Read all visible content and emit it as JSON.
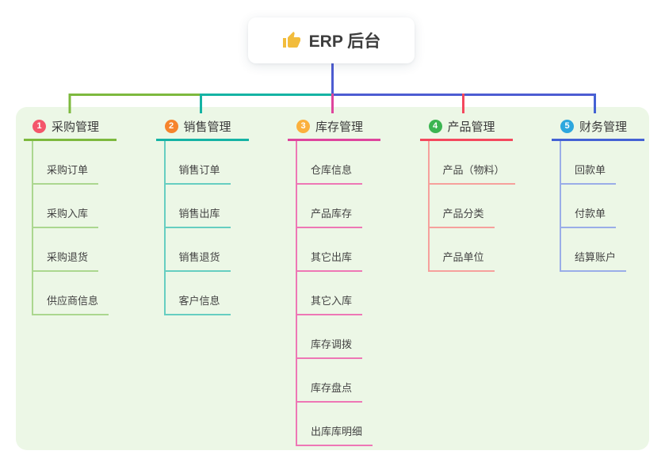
{
  "root": {
    "label": "ERP 后台",
    "icon": "thumbs-up"
  },
  "colors": {
    "panel_bg": "#ecf7e6",
    "root_connector": "#4d5cd2",
    "thumb_icon": "#f2bc3c"
  },
  "connector": {
    "segment_colors": [
      "#7db93e",
      "#15b3a4",
      "#4d5cd2"
    ]
  },
  "branches": [
    {
      "num": "1",
      "title": "采购管理",
      "badge_color": "#f4566b",
      "branch_color": "#7db93e",
      "child_color": "#abd78f",
      "children": [
        "采购订单",
        "采购入库",
        "采购退货",
        "供应商信息"
      ]
    },
    {
      "num": "2",
      "title": "销售管理",
      "badge_color": "#f6842c",
      "branch_color": "#15b3a4",
      "child_color": "#66cec1",
      "children": [
        "销售订单",
        "销售出库",
        "销售退货",
        "客户信息"
      ]
    },
    {
      "num": "3",
      "title": "库存管理",
      "badge_color": "#fbb03d",
      "branch_color": "#de459d",
      "child_color": "#ee77b5",
      "children": [
        "仓库信息",
        "产品库存",
        "其它出库",
        "其它入库",
        "库存调拨",
        "库存盘点",
        "出库库明细"
      ]
    },
    {
      "num": "4",
      "title": "产品管理",
      "badge_color": "#3bb551",
      "branch_color": "#f4485d",
      "child_color": "#f6a09c",
      "children": [
        "产品（物料）",
        "产品分类",
        "产品单位"
      ]
    },
    {
      "num": "5",
      "title": "财务管理",
      "badge_color": "#2da7de",
      "branch_color": "#4462d4",
      "child_color": "#9aade8",
      "children": [
        "回款单",
        "付款单",
        "结算账户"
      ]
    }
  ]
}
